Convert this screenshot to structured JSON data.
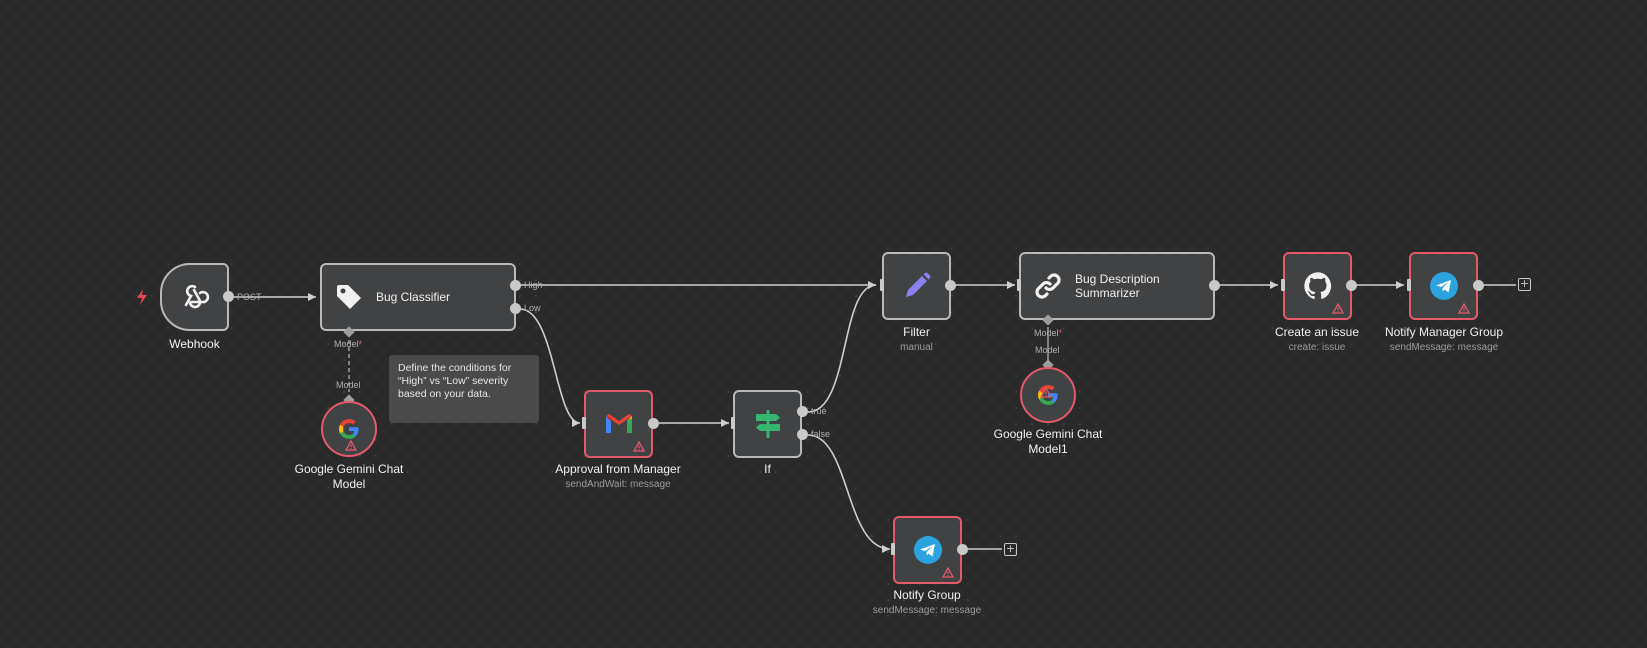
{
  "nodes": {
    "webhook": {
      "title": "Webhook",
      "port_label": "POST"
    },
    "classifier": {
      "title": "Bug Classifier",
      "out_high": "High",
      "out_low": "Low",
      "model_label": "Model",
      "required_mark": "*"
    },
    "gemini1": {
      "title_line1": "Google Gemini Chat",
      "title_line2": "Model",
      "port_label": "Model"
    },
    "approval": {
      "title": "Approval from Manager",
      "subtitle": "sendAndWait: message"
    },
    "if": {
      "title": "If",
      "out_true": "true",
      "out_false": "false"
    },
    "filter": {
      "title": "Filter",
      "subtitle": "manual"
    },
    "summarizer": {
      "title_line1": "Bug Description",
      "title_line2": "Summarizer",
      "model_label": "Model",
      "required_mark": "*"
    },
    "gemini2": {
      "title_line1": "Google Gemini Chat",
      "title_line2": "Model1",
      "port_label": "Model"
    },
    "create_issue": {
      "title": "Create an issue",
      "subtitle": "create: issue"
    },
    "notify_manager": {
      "title": "Notify Manager Group",
      "subtitle": "sendMessage: message"
    },
    "notify_group": {
      "title": "Notify Group",
      "subtitle": "sendMessage: message"
    }
  },
  "sticky_note": {
    "text": "Define the conditions for “High” vs “Low” severity based on your data."
  },
  "icons": {
    "webhook": "webhook-icon",
    "classifier": "tag-icon",
    "gemini": "google-icon",
    "approval": "gmail-icon",
    "if": "signpost-icon",
    "filter": "pencil-icon",
    "summarizer": "link-icon",
    "create_issue": "github-icon",
    "notify": "telegram-icon",
    "warning": "warning-icon",
    "trigger": "lightning-icon",
    "add": "plus-icon"
  },
  "colors": {
    "canvas": "#2a2a2a",
    "node_bg": "#414244",
    "node_border": "#b9b9b9",
    "error_border": "#e55a6b",
    "trigger": "#e5484d",
    "if_green": "#35b56d",
    "filter_purple": "#8a80f0",
    "telegram": "#2aa3df"
  }
}
